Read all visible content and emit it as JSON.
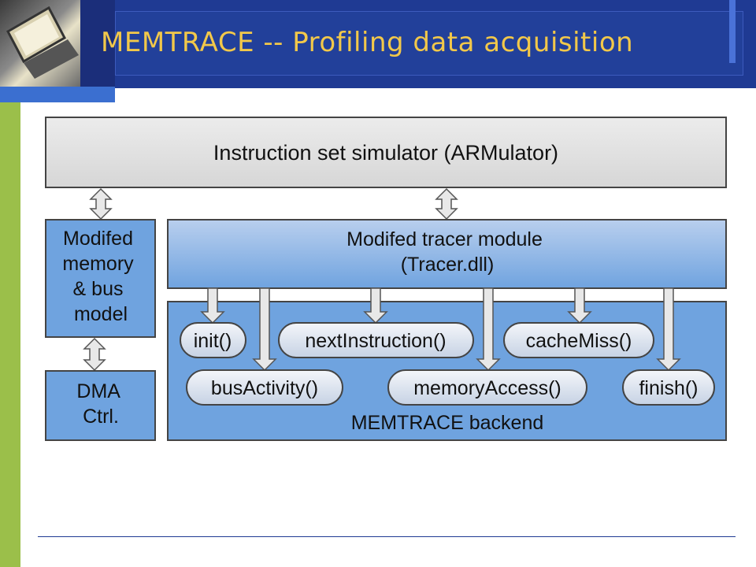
{
  "slide": {
    "title": "MEMTRACE -- Profiling data acquisition"
  },
  "diagram": {
    "simulator": "Instruction set simulator (ARMulator)",
    "memory_model": [
      "Modifed",
      "memory",
      "& bus",
      "model"
    ],
    "dma": [
      "DMA",
      "Ctrl."
    ],
    "tracer": [
      "Modifed tracer module",
      "(Tracer.dll)"
    ],
    "backend": "MEMTRACE backend",
    "functions": {
      "init": "init()",
      "next_instruction": "nextInstruction()",
      "cache_miss": "cacheMiss()",
      "bus_activity": "busActivity()",
      "memory_access": "memoryAccess()",
      "finish": "finish()"
    }
  },
  "colors": {
    "header": "#1f3a93",
    "title": "#f2c84a",
    "accent_strip": "#9bbf4a",
    "box_blue": "#6fa3df",
    "box_gray": "#dcdcdc"
  }
}
